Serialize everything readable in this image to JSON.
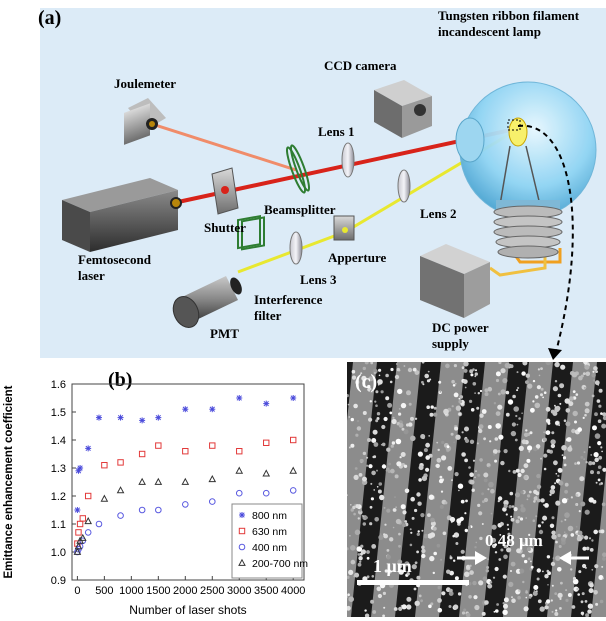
{
  "panel_a": {
    "label": "(a)",
    "components": {
      "lamp": [
        "Tungsten ribbon filament",
        "incandescent lamp"
      ],
      "ccd": "CCD camera",
      "joulemeter": "Joulemeter",
      "lens1": "Lens 1",
      "lens2": "Lens 2",
      "lens3": "Lens 3",
      "beamsplitter": "Beamsplitter",
      "shutter": "Shutter",
      "laser": [
        "Femtosecond",
        "laser"
      ],
      "apperture": "Apperture",
      "filter": [
        "Interference",
        "filter"
      ],
      "pmt": "PMT",
      "dc": [
        "DC power",
        "supply"
      ]
    },
    "colors": {
      "laser_beam": "#d8231a",
      "probe_beam": "#e8e830",
      "background": "#dcebf7",
      "bulb": "#9fdcf6"
    }
  },
  "panel_b": {
    "label": "(b)",
    "chart_data": {
      "type": "scatter",
      "xlabel": "Number of laser shots",
      "ylabel": "Emittance enhancement coefficient",
      "xlim": [
        -100,
        4200
      ],
      "ylim": [
        0.9,
        1.6
      ],
      "xticks": [
        0,
        500,
        1000,
        1500,
        2000,
        2500,
        3000,
        3500,
        4000
      ],
      "yticks": [
        0.9,
        1.0,
        1.1,
        1.2,
        1.3,
        1.4,
        1.5,
        1.6
      ],
      "grid": false,
      "legend_position": "bottom-right",
      "series": [
        {
          "name": "800 nm",
          "marker": "asterisk",
          "color": "#4a4adb",
          "x": [
            0,
            20,
            50,
            200,
            400,
            800,
            1200,
            1500,
            2000,
            2500,
            3000,
            3500,
            4000
          ],
          "y": [
            1.15,
            1.29,
            1.3,
            1.37,
            1.48,
            1.48,
            1.47,
            1.48,
            1.51,
            1.51,
            1.55,
            1.53,
            1.55
          ]
        },
        {
          "name": "630 nm",
          "marker": "square",
          "color": "#e23a3a",
          "x": [
            0,
            20,
            50,
            100,
            200,
            500,
            800,
            1200,
            1500,
            2000,
            2500,
            3000,
            3500,
            4000
          ],
          "y": [
            1.03,
            1.07,
            1.1,
            1.12,
            1.2,
            1.31,
            1.32,
            1.35,
            1.38,
            1.36,
            1.38,
            1.36,
            1.39,
            1.4
          ]
        },
        {
          "name": "400 nm",
          "marker": "circle",
          "color": "#5a5ae0",
          "x": [
            0,
            20,
            50,
            100,
            200,
            400,
            800,
            1200,
            1500,
            2000,
            2500,
            3000,
            3500,
            4000
          ],
          "y": [
            1.0,
            1.01,
            1.02,
            1.04,
            1.07,
            1.1,
            1.13,
            1.15,
            1.15,
            1.17,
            1.18,
            1.21,
            1.21,
            1.22
          ]
        },
        {
          "name": "200-700 nm",
          "marker": "triangle",
          "color": "#333333",
          "x": [
            0,
            20,
            50,
            100,
            200,
            500,
            800,
            1200,
            1500,
            2000,
            2500,
            3000,
            3500,
            4000
          ],
          "y": [
            1.0,
            1.02,
            1.04,
            1.05,
            1.11,
            1.19,
            1.22,
            1.25,
            1.25,
            1.25,
            1.26,
            1.29,
            1.28,
            1.29
          ]
        }
      ]
    }
  },
  "panel_c": {
    "label": "(c)",
    "scale_bar": "1 μm",
    "period": "0.48 μm"
  }
}
